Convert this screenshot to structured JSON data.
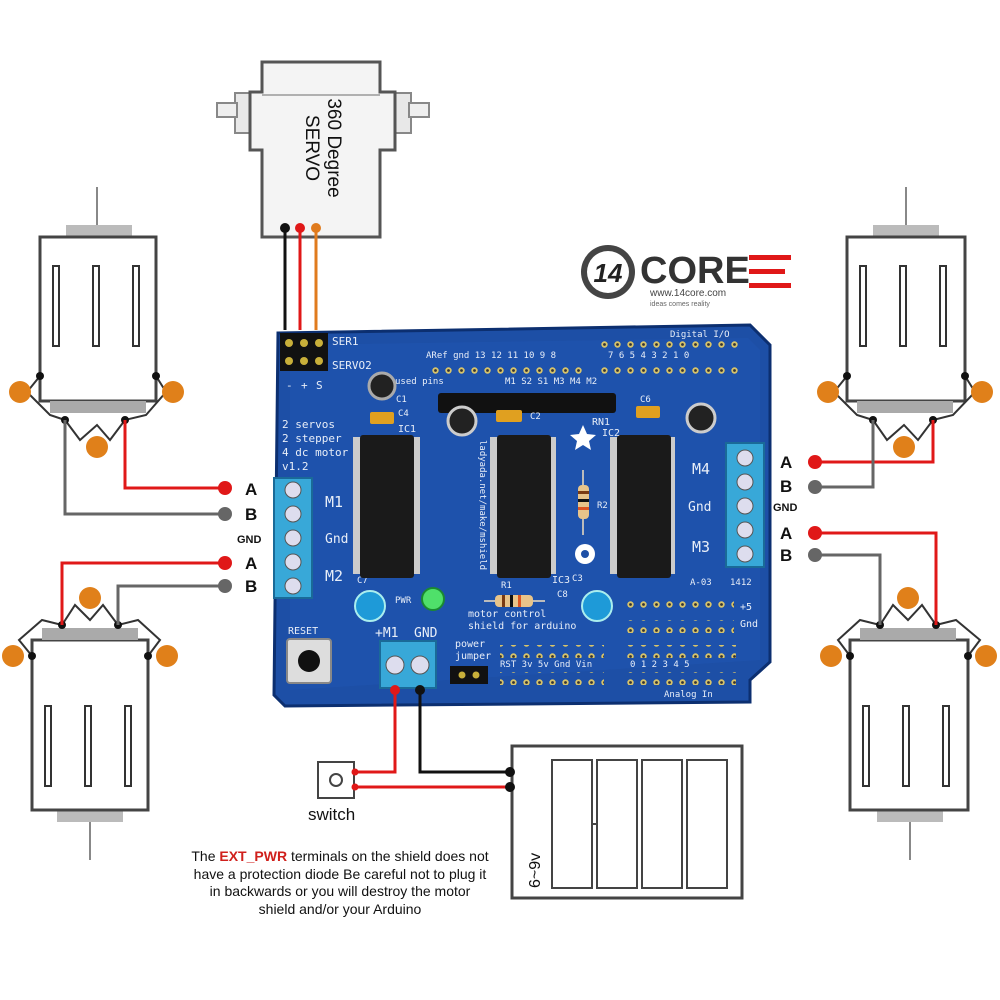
{
  "servo": {
    "line1": "360 Degree",
    "line2": "SERVO"
  },
  "logo": {
    "badge": "14",
    "brand": "CORE",
    "url": "www.14core.com",
    "tagline": "ideas comes reality"
  },
  "board": {
    "servo_header": [
      "SER1",
      "SERVO2"
    ],
    "servo_pins": [
      "-",
      "+",
      "S"
    ],
    "top_left_pins": "ARef gnd 13 12 11 10 9 8",
    "top_right_pins": "7 6 5 4 3 2 1 0",
    "digital_io": "Digital I/O",
    "used_pins": "used pins",
    "pwm_labels": "M1 S2 S1 M3 M4 M2",
    "capacitors": [
      "C1",
      "C4",
      "C2",
      "C6",
      "C7",
      "C8",
      "C3"
    ],
    "ic_labels": [
      "IC1",
      "IC2",
      "IC3"
    ],
    "rn1": "RN1",
    "r1": "R1",
    "r2": "R2",
    "features": [
      "2 servos",
      "2 stepper",
      "4 dc motor",
      "v1.2"
    ],
    "url_vertical": "ladyada.net/make/mshield",
    "shield_label": [
      "motor control",
      "shield for arduino"
    ],
    "left_terms": [
      "M1",
      "Gnd",
      "M2"
    ],
    "right_terms": [
      "M4",
      "Gnd",
      "M3"
    ],
    "reset": "RESET",
    "pwr": "PWR",
    "ext_terms": [
      "+M1",
      "GND"
    ],
    "power_jumper": [
      "power",
      "jumper"
    ],
    "power_pins": "RST 3v 5v Gnd Vin",
    "analog_pins": "0 1 2 3 4 5",
    "analog_in": "Analog In",
    "plus5": "+5",
    "gnd_right": "Gnd",
    "marking": "A-03",
    "date": "1412"
  },
  "wire_labels": {
    "left": {
      "a1": "A",
      "b1": "B",
      "gnd": "GND",
      "a2": "A",
      "b2": "B"
    },
    "right": {
      "a1": "A",
      "b1": "B",
      "gnd": "GND",
      "a2": "A",
      "b2": "B"
    }
  },
  "switch_label": "switch",
  "battery_label": "6~9v",
  "note": {
    "prefix": "The ",
    "highlight": "EXT_PWR",
    "rest": " terminals on the shield does not have a protection diode Be careful not to plug it in backwards or you will destroy the motor shield and/or your Arduino"
  },
  "colors": {
    "board": "#1d4fa6",
    "terminal": "#38a8d8",
    "wire_red": "#e01818",
    "wire_gray": "#666666",
    "wire_black": "#111111",
    "wire_orange": "#e07b1e",
    "motor_node": "#e0801a"
  }
}
